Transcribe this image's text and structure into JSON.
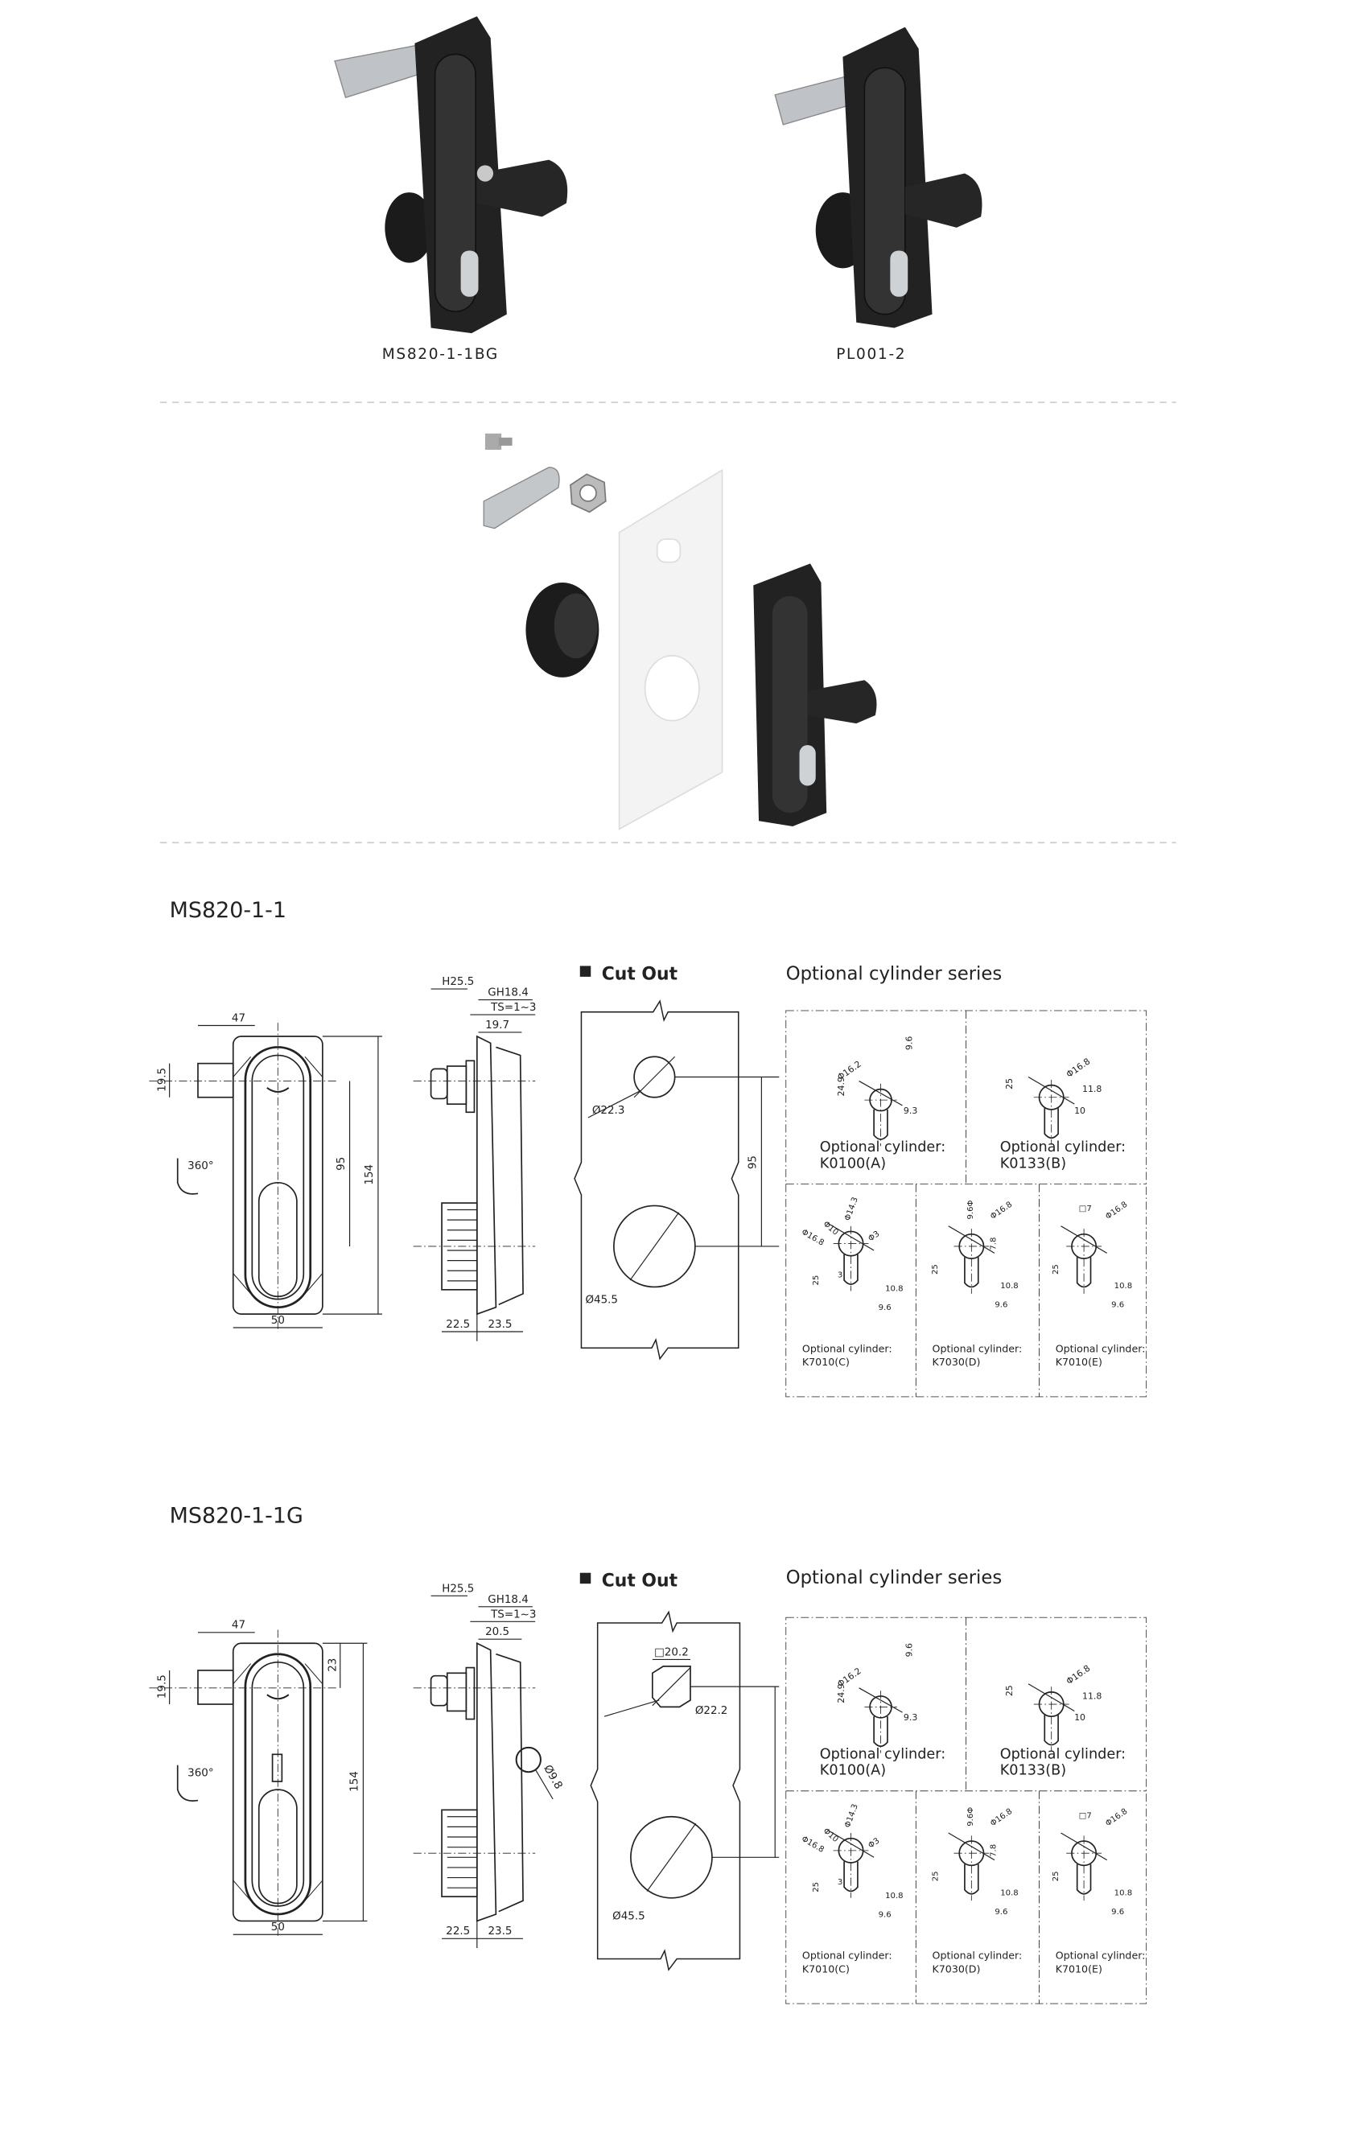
{
  "products": [
    {
      "label": "MS820-1-1BG"
    },
    {
      "label": "PL001-2"
    }
  ],
  "sections": [
    {
      "title": "MS820-1-1",
      "cutout_label": "Cut Out",
      "cylinder_title": "Optional cylinder series",
      "front_dims": {
        "width_top": "47",
        "cam": "19.5",
        "rotation": "360°",
        "center_distance": "95",
        "height": "154",
        "width_bottom": "50"
      },
      "side_dims": {
        "h": "H25.5",
        "gh": "GH18.4",
        "ts": "TS=1~3",
        "top": "19.7",
        "bottom_left": "22.5",
        "bottom_right": "23.5"
      },
      "cutout_dims": {
        "small": "Ø22.3",
        "large": "Ø45.5",
        "distance": "95"
      }
    },
    {
      "title": "MS820-1-1G",
      "cutout_label": "Cut Out",
      "cylinder_title": "Optional cylinder series",
      "front_dims": {
        "width_top": "47",
        "cam": "19.5",
        "rotation": "360°",
        "top_offset": "23",
        "height": "154",
        "width_bottom": "50"
      },
      "side_dims": {
        "h": "H25.5",
        "gh": "GH18.4",
        "ts": "TS=1~3",
        "top": "20.5",
        "padlock": "Ø9.8",
        "bottom_left": "22.5",
        "bottom_right": "23.5"
      },
      "cutout_dims": {
        "square": "□20.2",
        "small": "Ø22.2",
        "large": "Ø45.5"
      }
    }
  ],
  "cylinders": [
    {
      "caption": "Optional cylinder:",
      "model": "K0100(A)",
      "dims": [
        "Φ16.2",
        "9.6",
        "24.9",
        "9.3"
      ]
    },
    {
      "caption": "Optional cylinder:",
      "model": "K0133(B)",
      "dims": [
        "Φ16.8",
        "25",
        "11.8",
        "10"
      ]
    },
    {
      "caption": "Optional cylinder:",
      "model": "K7010(C)",
      "dims": [
        "Φ16.8",
        "Φ10",
        "Φ14.3",
        "Φ3",
        "3",
        "25",
        "10.8",
        "9.6"
      ]
    },
    {
      "caption": "Optional cylinder:",
      "model": "K7030(D)",
      "dims": [
        "9.6Φ",
        "Φ16.8",
        "7.8",
        "25",
        "10.8",
        "9.6"
      ]
    },
    {
      "caption": "Optional cylinder:",
      "model": "K7010(E)",
      "dims": [
        "□7",
        "Φ16.8",
        "25",
        "10.8",
        "9.6"
      ]
    }
  ],
  "colors": {
    "ink": "#222222",
    "lock_body": "#1f1f1f",
    "steel": "#b9bcc0",
    "divider": "#cccccc"
  }
}
